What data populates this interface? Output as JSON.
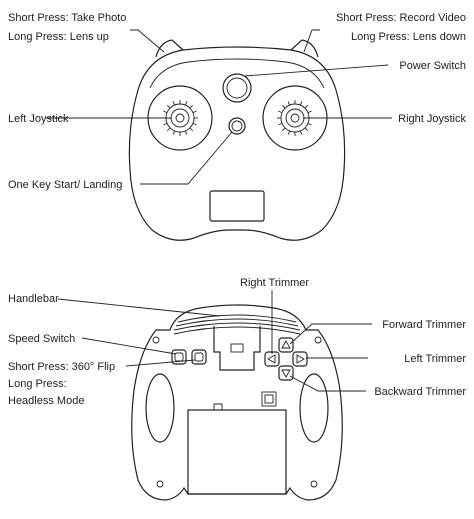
{
  "labels": {
    "short_press_photo": "Short Press: Take Photo",
    "long_press_lens_up": "Long Press: Lens up",
    "short_press_video": "Short Press: Record Video",
    "long_press_lens_down": "Long Press: Lens down",
    "power_switch": "Power Switch",
    "left_joystick": "Left Joystick",
    "right_joystick": "Right Joystick",
    "one_key": "One Key Start/ Landing",
    "handlebar": "Handlebar",
    "right_trimmer": "Right Trimmer",
    "forward_trimmer": "Forward Trimmer",
    "speed_switch": "Speed Switch",
    "left_trimmer": "Left Trimmer",
    "short_press_flip": "Short Press: 360° Flip",
    "long_press": "Long Press:",
    "headless_mode": "Headless Mode",
    "backward_trimmer": "Backward Trimmer"
  }
}
